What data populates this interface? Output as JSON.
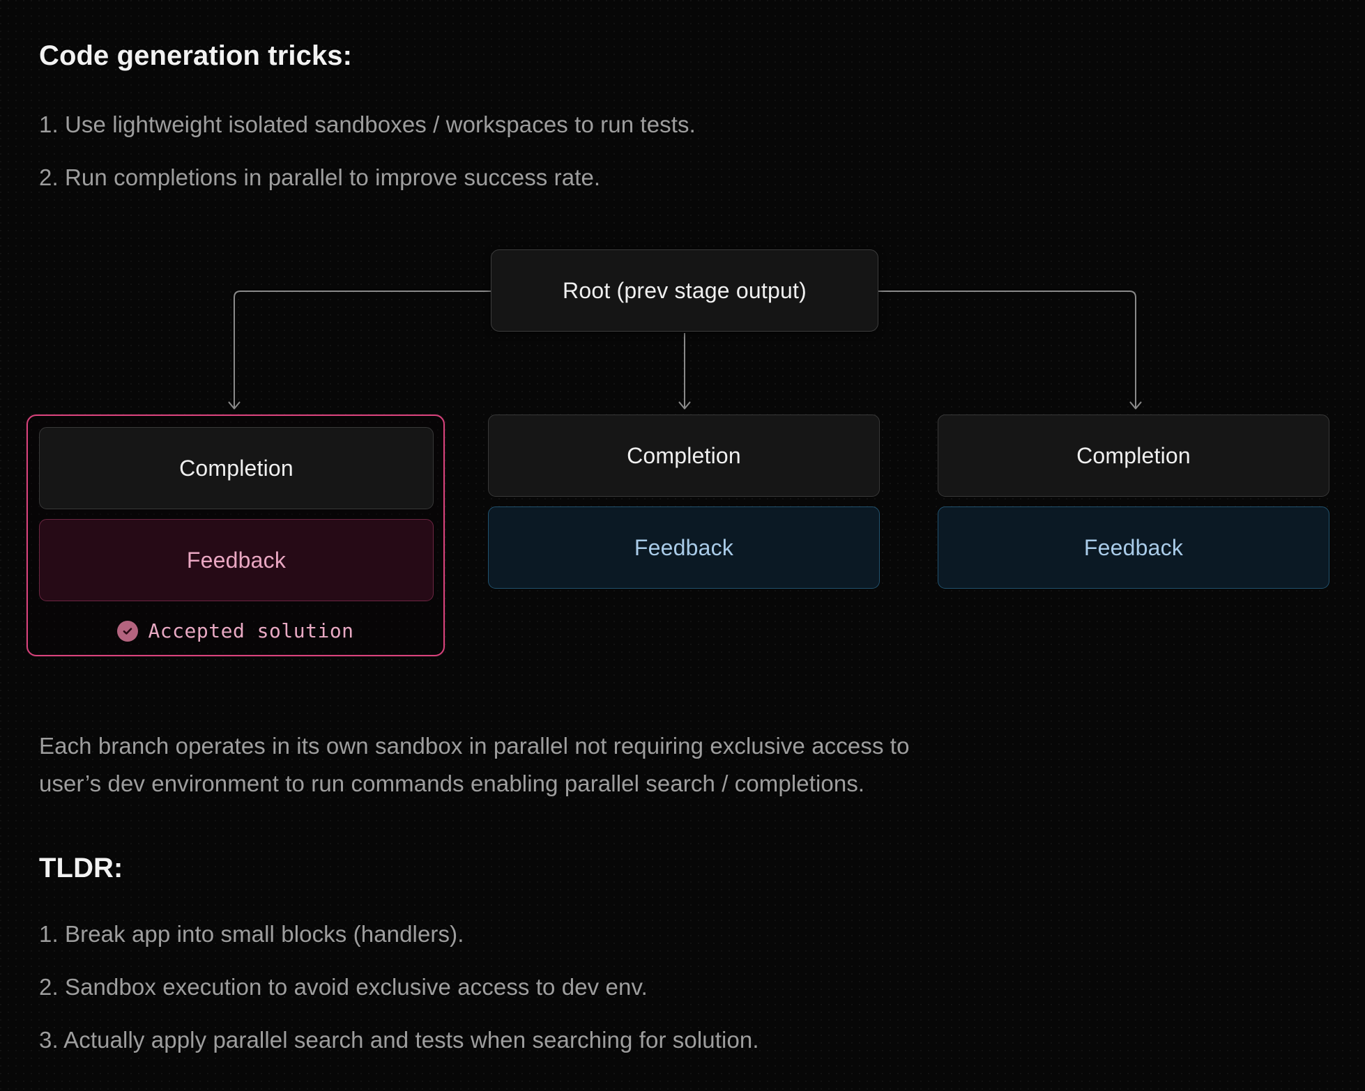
{
  "sections": {
    "tricks": {
      "heading": "Code generation tricks:",
      "items": [
        "1. Use lightweight isolated sandboxes / workspaces to run tests.",
        "2. Run completions in parallel to improve success rate."
      ]
    },
    "caption": {
      "lines": [
        "Each branch operates in its own sandbox in parallel not requiring exclusive access to",
        "user’s dev environment to run commands enabling parallel search / completions."
      ]
    },
    "tldr": {
      "heading": "TLDR:",
      "items": [
        "1. Break app into small blocks (handlers).",
        "2. Sandbox execution to avoid exclusive access to dev env.",
        "3. Actually apply parallel search and tests when searching for solution."
      ]
    }
  },
  "diagram": {
    "root": {
      "label": "Root (prev stage output)"
    },
    "branches": [
      {
        "completion_label": "Completion",
        "feedback_label": "Feedback",
        "accepted_label": "Accepted solution",
        "accepted": true,
        "accent": "#d8437c"
      },
      {
        "completion_label": "Completion",
        "feedback_label": "Feedback",
        "accepted": false,
        "accent": "#21526e"
      },
      {
        "completion_label": "Completion",
        "feedback_label": "Feedback",
        "accepted": false,
        "accent": "#21526e"
      }
    ],
    "connector_color": "#8a8a8a"
  },
  "colors": {
    "background": "#070707",
    "heading_text": "#f2f2f2",
    "body_text": "#9e9e9e",
    "node_text": "#f0f0f0",
    "feedback_blue_text": "#a9cbe8",
    "feedback_blue_bg": "#0b1924",
    "feedback_pink_text": "#e9a7c2",
    "feedback_pink_bg": "#260a16",
    "accepted_accent": "#d8437c"
  }
}
